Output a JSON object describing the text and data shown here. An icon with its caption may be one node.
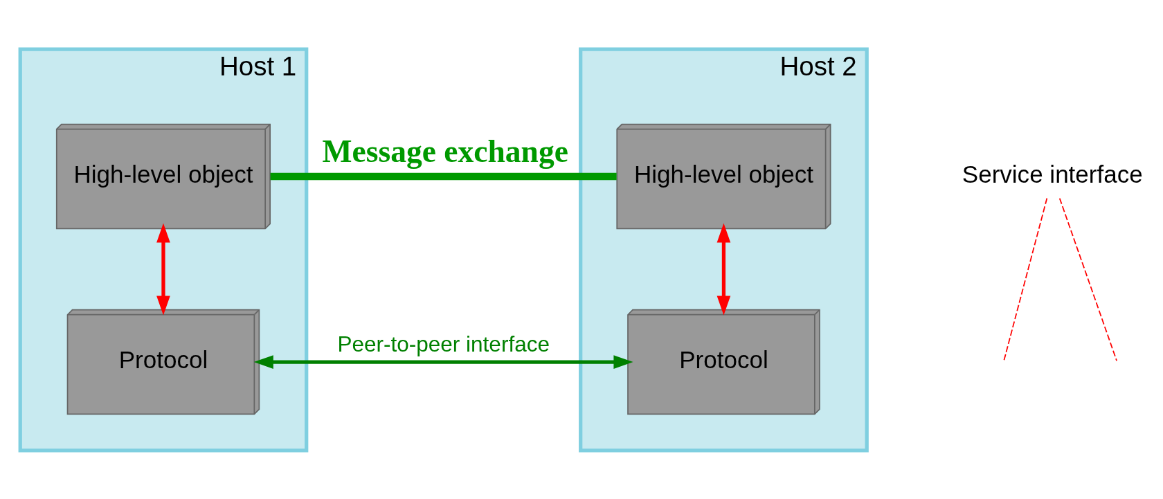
{
  "diagram": {
    "nodes": [
      {
        "text": [
          "Host 1"
        ]
      },
      {
        "text": [
          "High-level object"
        ],
        "in": 0
      },
      {
        "text": [
          "Protocol"
        ],
        "in": 0
      },
      {
        "text": [
          "Host 2"
        ]
      },
      {
        "text": [
          "High-level object"
        ],
        "in": 3
      },
      {
        "text": [
          "Protocol"
        ],
        "in": 3
      },
      {
        "text": [
          "Service interface"
        ]
      }
    ],
    "edges": [
      {
        "from": 1,
        "to": 2,
        "arrow": "both",
        "color": "#ff0000"
      },
      {
        "from": 4,
        "to": 5,
        "arrow": "both",
        "color": "#ff0000"
      },
      {
        "from": 2,
        "to": 5,
        "arrow": "both",
        "color": "#008000",
        "label": "Peer-to-peer interface"
      },
      {
        "from": 1,
        "to": 4,
        "arrow": "none",
        "style": "thick",
        "color": "#009900",
        "label": "Message exchange"
      },
      {
        "from": 6,
        "to": null,
        "arrow": "none",
        "style": "dashed",
        "color": "#ff0000"
      },
      {
        "from": 6,
        "to": null,
        "arrow": "none",
        "style": "dashed",
        "color": "#ff0000"
      }
    ]
  }
}
